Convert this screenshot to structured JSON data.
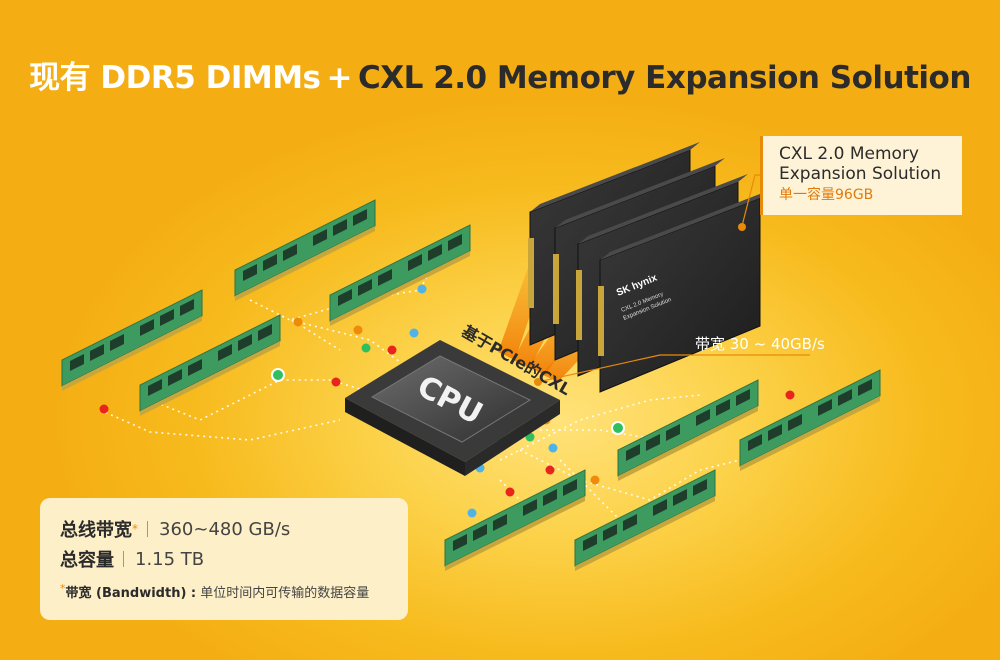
{
  "title": {
    "existing": "现有",
    "ddr5": "DDR5 DIMMs",
    "plus": "+",
    "cxl": "CXL 2.0 Memory Expansion Solution"
  },
  "cpu": {
    "label": "CPU"
  },
  "cxl_module": {
    "brand": "SK hynix",
    "text_line1": "CXL 2.0 Memory",
    "text_line2": "Expansion Solution"
  },
  "callout": {
    "name_line1": "CXL 2.0 Memory",
    "name_line2": "Expansion Solution",
    "capacity": "单一容量96GB"
  },
  "bandwidth_label": "带宽 30 ~ 40GB/s",
  "pcie_label": "基于PCIe的CXL",
  "info": {
    "bandwidth_key": "总线带宽",
    "bandwidth_star": "*",
    "bandwidth_value": "360~480 GB/s",
    "capacity_key": "总容量",
    "capacity_value": "1.15 TB",
    "note_star": "*",
    "note_key": "带宽 (Bandwidth) :",
    "note_value": "单位时间内可传输的数据容量"
  },
  "colors": {
    "background": "#f7bb1e",
    "dimm_green": "#3d9b5f",
    "accent_orange": "#f08a0a",
    "dark_text": "#2b2b2b"
  }
}
